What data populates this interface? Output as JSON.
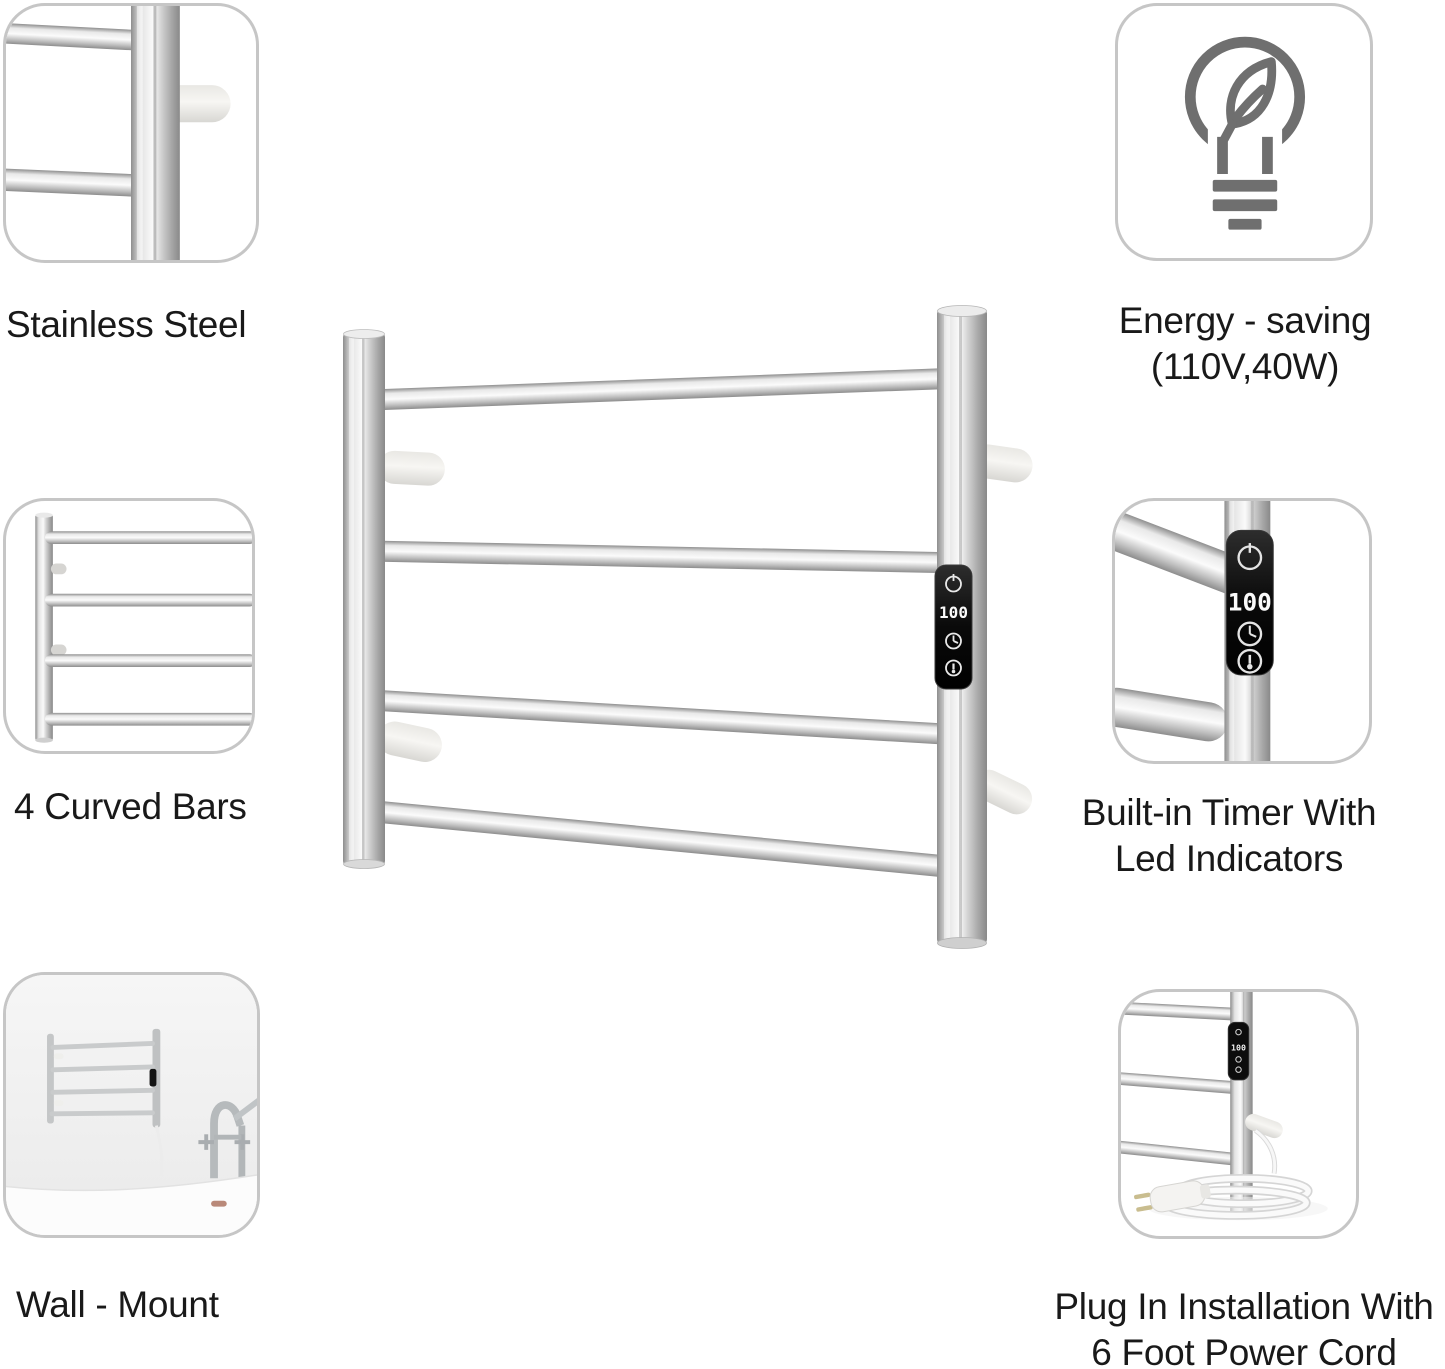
{
  "page": {
    "background": "#ffffff",
    "text_color": "#191919"
  },
  "features": {
    "stainless_steel": {
      "label": "Stainless Steel"
    },
    "curved_bars": {
      "label": "4 Curved Bars"
    },
    "wall_mount": {
      "label": "Wall - Mount"
    },
    "energy_saving": {
      "line1": "Energy - saving",
      "line2": "(110V,40W)"
    },
    "timer": {
      "line1": "Built-in Timer With",
      "line2": "Led Indicators"
    },
    "plug_in": {
      "line1": "Plug In Installation With",
      "line2": "6 Foot Power Cord"
    }
  },
  "control_panel": {
    "display_value": "100",
    "icons": [
      "power-icon",
      "clock-icon",
      "heat-icon"
    ]
  },
  "energy_icon": "lightbulb-leaf-icon",
  "colors": {
    "box_border": "#c6c6c6",
    "icon_gray": "#6f6f6f",
    "panel_black": "#0a0a0a",
    "steel_light": "#f7f7f7",
    "steel_dark": "#8f8f8f",
    "peg_white": "#f2f1ee"
  }
}
